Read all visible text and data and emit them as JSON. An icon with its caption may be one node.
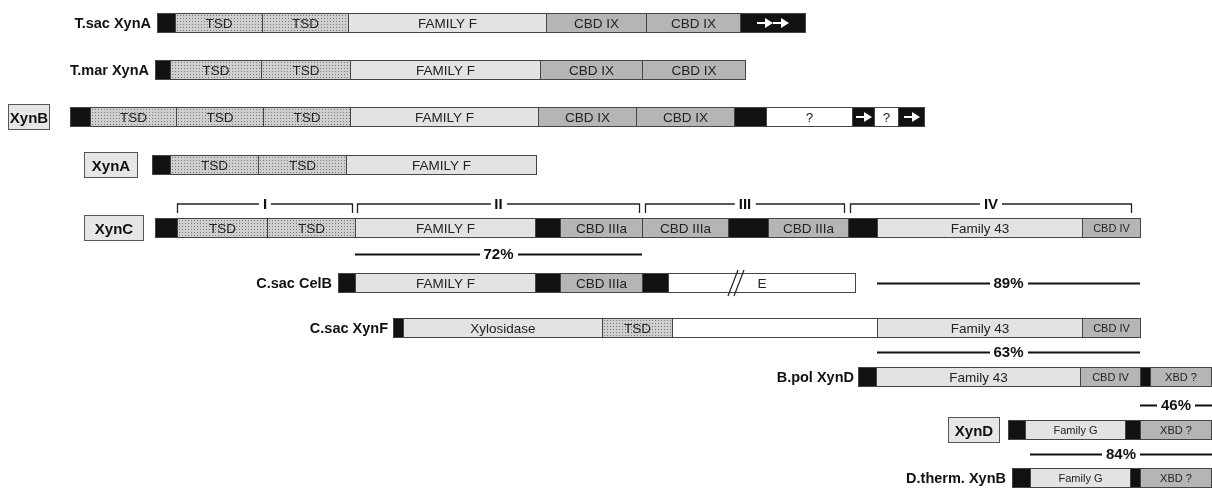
{
  "diagram": {
    "nodes": [
      {
        "text": [],
        "shape": "bar"
      },
      {
        "text": [
          "TSD"
        ]
      },
      {
        "text": [
          "TSD"
        ]
      },
      {
        "text": [
          "FAMILY F"
        ]
      },
      {
        "text": [
          "CBD IX"
        ]
      },
      {
        "text": [
          "CBD IX"
        ]
      },
      {
        "text": [],
        "shape": "bar"
      },
      {
        "text": [],
        "shape": "bar"
      },
      {
        "text": [
          "TSD"
        ]
      },
      {
        "text": [
          "TSD"
        ]
      },
      {
        "text": [
          "FAMILY F"
        ]
      },
      {
        "text": [
          "CBD IX"
        ]
      },
      {
        "text": [
          "CBD IX"
        ]
      },
      {
        "text": [
          "XynB"
        ]
      },
      {
        "text": [],
        "shape": "bar"
      },
      {
        "text": [
          "TSD"
        ]
      },
      {
        "text": [
          "TSD"
        ]
      },
      {
        "text": [
          "TSD"
        ]
      },
      {
        "text": [
          "FAMILY F"
        ]
      },
      {
        "text": [
          "CBD IX"
        ]
      },
      {
        "text": [
          "CBD IX"
        ]
      },
      {
        "text": [],
        "shape": "bar"
      },
      {
        "text": [
          "?"
        ]
      },
      {
        "text": [],
        "shape": "bar"
      },
      {
        "text": [
          "?"
        ]
      },
      {
        "text": [],
        "shape": "bar"
      },
      {
        "text": [
          "XynA"
        ]
      },
      {
        "text": [],
        "shape": "bar"
      },
      {
        "text": [
          "TSD"
        ]
      },
      {
        "text": [
          "TSD"
        ]
      },
      {
        "text": [
          "FAMILY F"
        ]
      },
      {
        "text": [
          "XynC"
        ]
      },
      {
        "text": [],
        "shape": "bar"
      },
      {
        "text": [
          "TSD"
        ]
      },
      {
        "text": [
          "TSD"
        ]
      },
      {
        "text": [
          "FAMILY F"
        ]
      },
      {
        "text": [],
        "shape": "bar"
      },
      {
        "text": [
          "CBD IIIa"
        ]
      },
      {
        "text": [
          "CBD IIIa"
        ]
      },
      {
        "text": [],
        "shape": "bar"
      },
      {
        "text": [
          "CBD IIIa"
        ]
      },
      {
        "text": [],
        "shape": "bar"
      },
      {
        "text": [
          "Family 43"
        ]
      },
      {
        "text": [
          "CBD IV"
        ]
      },
      {
        "text": [],
        "shape": "bar"
      },
      {
        "text": [
          "FAMILY F"
        ]
      },
      {
        "text": [],
        "shape": "bar"
      },
      {
        "text": [
          "CBD IIIa"
        ]
      },
      {
        "text": [],
        "shape": "bar"
      },
      {
        "text": [
          "E"
        ]
      },
      {
        "text": [],
        "shape": "bar"
      },
      {
        "text": [
          "Xylosidase"
        ]
      },
      {
        "text": [
          "TSD"
        ]
      },
      {
        "text": [],
        "shape": "box"
      },
      {
        "text": [
          "Family 43"
        ]
      },
      {
        "text": [
          "CBD IV"
        ]
      },
      {
        "text": [],
        "shape": "bar"
      },
      {
        "text": [
          "Family 43"
        ]
      },
      {
        "text": [
          "CBD IV"
        ]
      },
      {
        "text": [],
        "shape": "bar"
      },
      {
        "text": [
          "XBD ?"
        ]
      },
      {
        "text": [
          "XynD"
        ]
      },
      {
        "text": [],
        "shape": "bar"
      },
      {
        "text": [
          "Family G"
        ]
      },
      {
        "text": [],
        "shape": "bar"
      },
      {
        "text": [
          "XBD ?"
        ]
      },
      {
        "text": [],
        "shape": "bar"
      },
      {
        "text": [
          "Family G"
        ]
      },
      {
        "text": [],
        "shape": "bar"
      },
      {
        "text": [
          "XBD ?"
        ]
      }
    ],
    "labels": [
      "T.sac XynA",
      "T.mar XynA",
      "I",
      "II",
      "III",
      "IV",
      "72%",
      "C.sac CelB",
      "89%",
      "C.sac XynF",
      "63%",
      "B.pol XynD",
      "46%",
      "84%",
      "D.therm. XynB"
    ]
  }
}
